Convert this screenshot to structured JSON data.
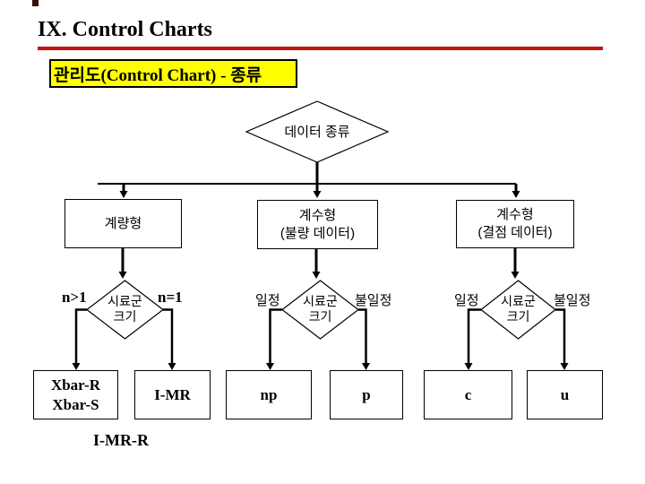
{
  "slide": {
    "title": "IX. Control Charts",
    "subtitle": "관리도(Control Chart) - 종류"
  },
  "flowchart": {
    "root": {
      "label": "데이터 종류"
    },
    "branches": [
      {
        "line1": "계량형",
        "line2": ""
      },
      {
        "line1": "계수형",
        "line2": "(불량 데이터)"
      },
      {
        "line1": "계수형",
        "line2": "(결점 데이터)"
      }
    ],
    "decisions": [
      {
        "line1": "시료군",
        "line2": "크기",
        "left": "n>1",
        "right": "n=1"
      },
      {
        "line1": "시료군",
        "line2": "크기",
        "left": "일정",
        "right": "불일정"
      },
      {
        "line1": "시료군",
        "line2": "크기",
        "left": "일정",
        "right": "불일정"
      }
    ],
    "leaves": [
      {
        "line1": "Xbar-R",
        "line2": "Xbar-S"
      },
      {
        "line1": "I-MR"
      },
      {
        "line1": "np"
      },
      {
        "line1": "p"
      },
      {
        "line1": "c"
      },
      {
        "line1": "u"
      }
    ],
    "annotation": "I-MR-R"
  },
  "colors": {
    "divider_red": "#c41414",
    "highlight_yellow": "#ffff00",
    "line_black": "#000000",
    "corner_mark": "#3a0d0d"
  }
}
